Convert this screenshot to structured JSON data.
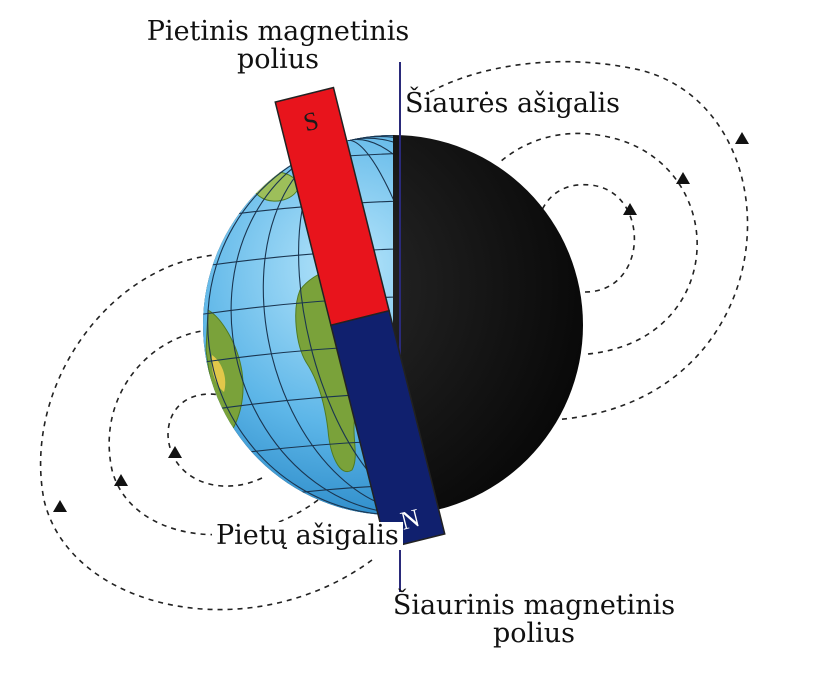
{
  "labels": {
    "south_magnetic_pole_line1": "Pietinis magnetinis",
    "south_magnetic_pole_line2": "polius",
    "north_geographic_pole": "Šiaurės ašigalis",
    "south_geographic_pole": "Pietų ašigalis",
    "north_magnetic_pole_line1": "Šiaurinis magnetinis",
    "north_magnetic_pole_line2": "polius"
  },
  "magnet": {
    "top_letter": "S",
    "bottom_letter": "N",
    "top_color": "#e8141c",
    "bottom_color": "#10206e"
  },
  "colors": {
    "ocean": "#63b7e6",
    "land": "#7aa23a",
    "night_side": "#111111",
    "axis": "#2a2a7a",
    "field_lines": "#222222"
  }
}
